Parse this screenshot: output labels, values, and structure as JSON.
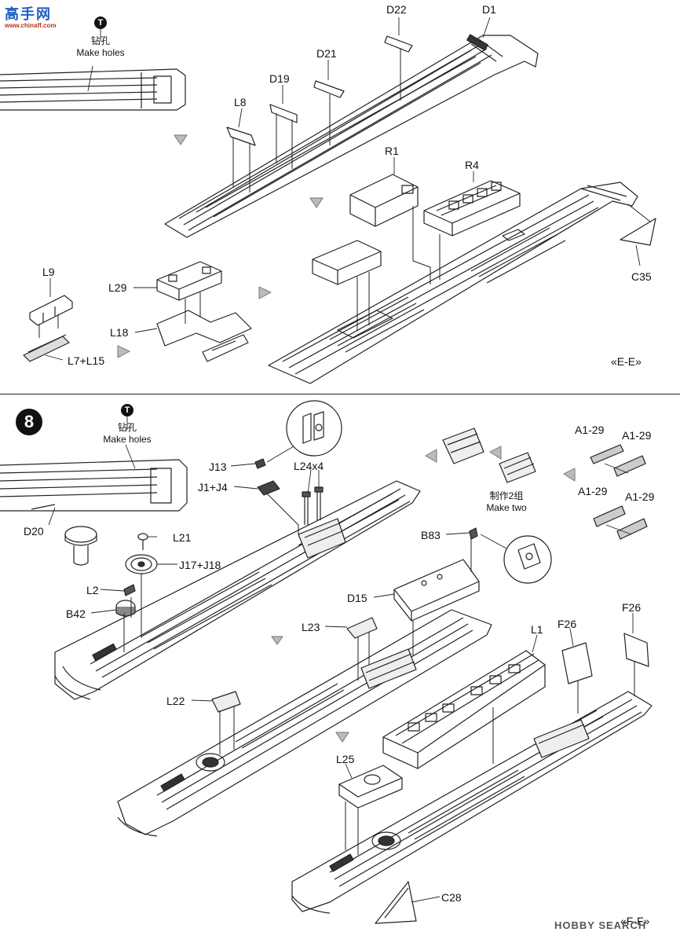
{
  "watermark": {
    "top_text": "高手网",
    "top_sub": "www.chinaff.com",
    "bottom_text": "HOBBY SEARCH"
  },
  "section1": {
    "tool_glyph": "T",
    "drill_cn": "钻孔",
    "drill_en": "Make holes",
    "labels": {
      "D22": "D22",
      "D1": "D1",
      "D21": "D21",
      "D19": "D19",
      "L8": "L8",
      "R1": "R1",
      "R4": "R4",
      "C35": "C35",
      "L9": "L9",
      "L29": "L29",
      "L18": "L18",
      "L7_L15": "L7+L15"
    },
    "view": "«E-E»"
  },
  "section2": {
    "step_number": "8",
    "tool_glyph": "T",
    "drill_cn": "钻孔",
    "drill_en": "Make holes",
    "make_two_cn": "制作2组",
    "make_two_en": "Make two",
    "labels": {
      "J13": "J13",
      "J1_J4": "J1+J4",
      "L24x4": "L24x4",
      "D20": "D20",
      "L21": "L21",
      "J17_J18": "J17+J18",
      "L2": "L2",
      "B42": "B42",
      "B83": "B83",
      "D15": "D15",
      "L23": "L23",
      "L1": "L1",
      "F26a": "F26",
      "F26b": "F26",
      "L22": "L22",
      "L25": "L25",
      "C28": "C28",
      "A1_29a": "A1-29",
      "A1_29b": "A1-29",
      "A1_29c": "A1-29",
      "A1_29d": "A1-29"
    },
    "view": "«F-F»"
  }
}
